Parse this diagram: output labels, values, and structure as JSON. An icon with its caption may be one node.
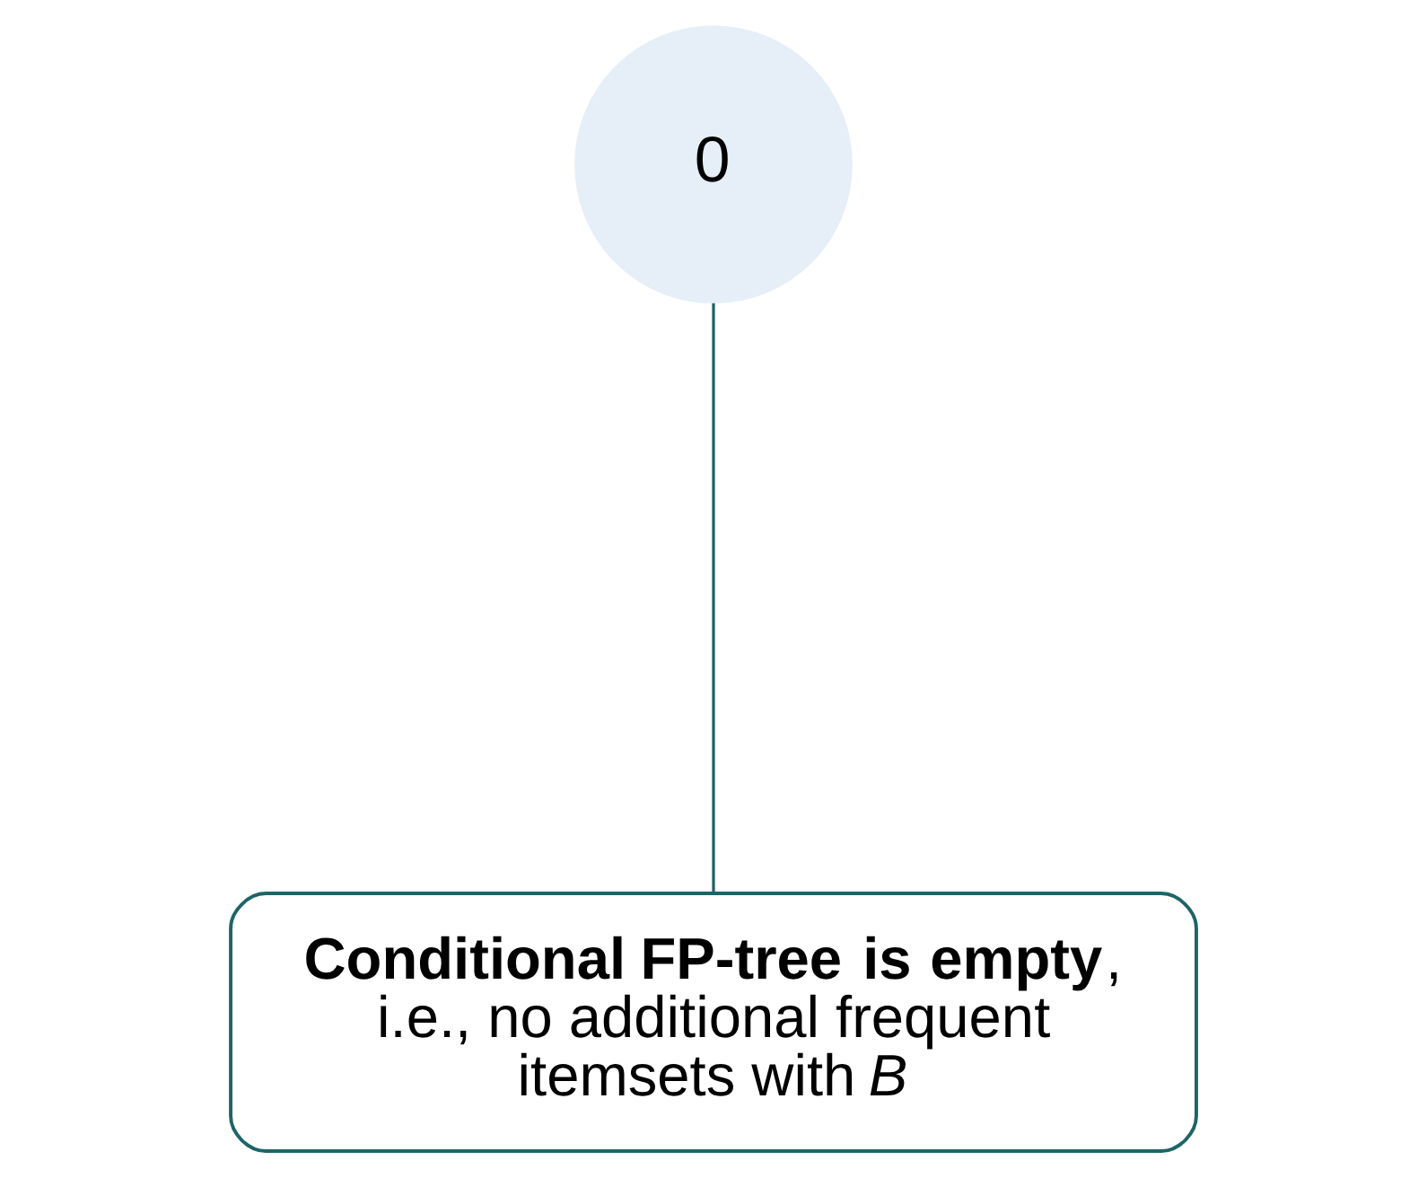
{
  "diagram": {
    "nodes": [
      {
        "text": [
          "0"
        ]
      },
      {
        "text": [
          "**Conditional FP-tree is empty**, i.e., no additional frequent itemsets with *B*"
        ]
      }
    ],
    "edges": [
      {
        "from": 1,
        "to": 0,
        "arrow": "none",
        "color": "#1f6466"
      }
    ]
  }
}
